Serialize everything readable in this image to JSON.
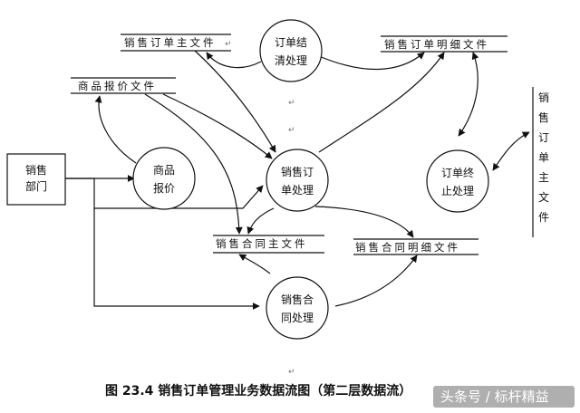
{
  "diagram": {
    "external_entity": {
      "label_lines": [
        "销售",
        "部门"
      ]
    },
    "processes": [
      {
        "id": "order-settle",
        "label_lines": [
          "订单结",
          "清处理"
        ]
      },
      {
        "id": "goods-quote",
        "label_lines": [
          "商品",
          "报价"
        ]
      },
      {
        "id": "sales-order",
        "label_lines": [
          "销售订",
          "单处理"
        ]
      },
      {
        "id": "order-stop",
        "label_lines": [
          "订单终",
          "止处理"
        ]
      },
      {
        "id": "contract",
        "label_lines": [
          "销售合",
          "同处理"
        ]
      }
    ],
    "data_stores": [
      {
        "id": "order-master",
        "label": "销售订单主文件"
      },
      {
        "id": "order-detail",
        "label": "销售订单明细文件"
      },
      {
        "id": "quote-file",
        "label": "商品报价文件"
      },
      {
        "id": "contract-master",
        "label": "销售合同主文件"
      },
      {
        "id": "contract-detail",
        "label": "销售合同明细文件"
      }
    ],
    "vertical_store": {
      "label_chars": [
        "销",
        "售",
        "订",
        "单",
        "主",
        "文",
        "件"
      ]
    },
    "caption": "图 23.4  销售订单管理业务数据流图（第二层数据流）",
    "watermark": "头条号 / 标杆精益"
  },
  "colors": {
    "line": "#111111",
    "fill": "#ffffff",
    "watermark_bg": "#6e6e6e"
  }
}
